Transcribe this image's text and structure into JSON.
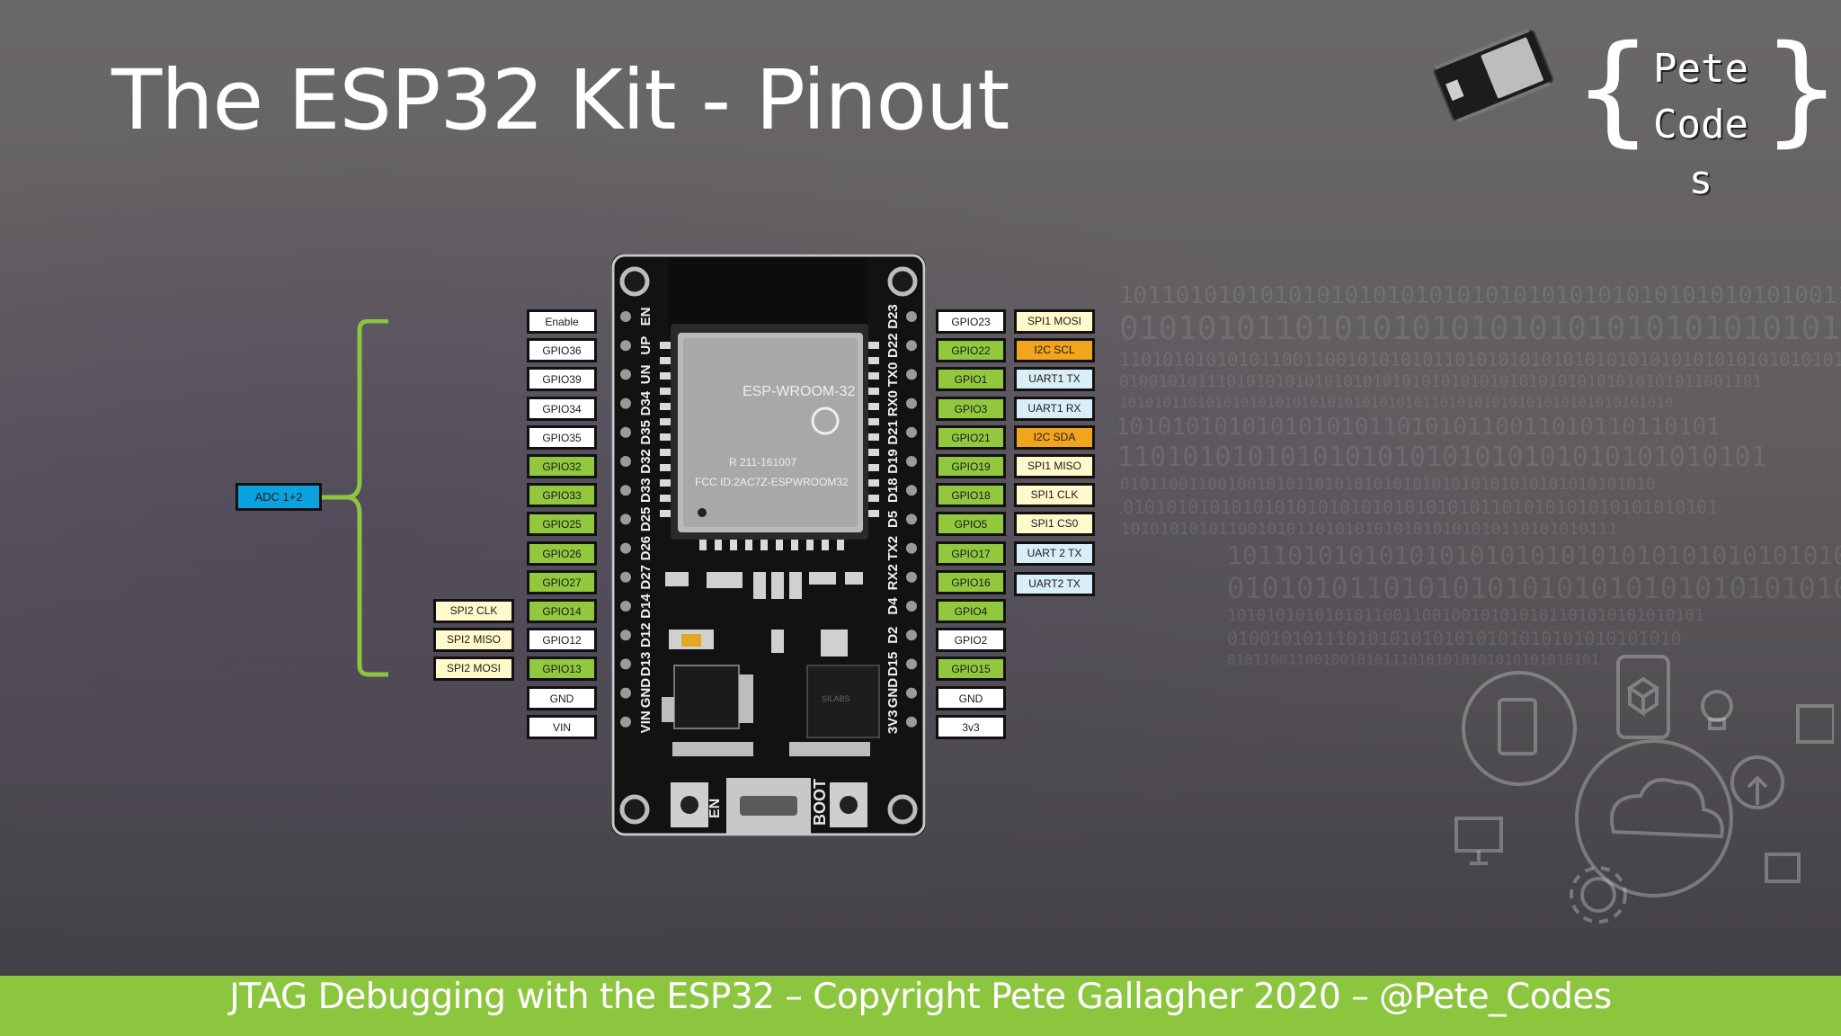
{
  "slide": {
    "title": "The ESP32 Kit - Pinout",
    "footer": "JTAG Debugging with the ESP32 – Copyright Pete Gallagher 2020 – @Pete_Codes"
  },
  "logo": {
    "line1": "Pete",
    "line2": "Code",
    "line3": "s"
  },
  "board": {
    "module_name": "ESP-WROOM-32",
    "fcc_id": "FCC ID:2AC7Z-ESPWROOM32",
    "reg": "R 211-161007",
    "en_label": "EN",
    "boot_label": "BOOT",
    "left_silk": [
      "EN",
      "UP",
      "UN",
      "D34",
      "D35",
      "D32",
      "D33",
      "D25",
      "D26",
      "D27",
      "D14",
      "D12",
      "D13",
      "GND",
      "VIN"
    ],
    "right_silk": [
      "D23",
      "D22",
      "TX0",
      "RX0",
      "D21",
      "D19",
      "D18",
      "D5",
      "TX2",
      "RX2",
      "D4",
      "D2",
      "D15",
      "GND",
      "3V3"
    ]
  },
  "left_pins": [
    "Enable",
    "GPIO36",
    "GPIO39",
    "GPIO34",
    "GPIO35",
    "GPIO32",
    "GPIO33",
    "GPIO25",
    "GPIO26",
    "GPIO27",
    "GPIO14",
    "GPIO12",
    "GPIO13",
    "GND",
    "VIN"
  ],
  "left_functions": [
    "SPI2 CLK",
    "SPI2 MISO",
    "SPI2 MOSI"
  ],
  "adc_label": "ADC 1+2",
  "right_pins": [
    "GPIO23",
    "GPIO22",
    "GPIO1",
    "GPIO3",
    "GPIO21",
    "GPIO19",
    "GPIO18",
    "GPIO5",
    "GPIO17",
    "GPIO16",
    "GPIO4",
    "GPIO2",
    "GPIO15",
    "GND",
    "3v3"
  ],
  "right_functions": [
    "SPI1 MOSI",
    "I2C SCL",
    "UART1 TX",
    "UART1 RX",
    "I2C SDA",
    "SPI1 MISO",
    "SPI1 CLK",
    "SPI1 CS0",
    "UART 2 TX",
    "UART2 TX"
  ],
  "colors": {
    "gpio_green": "#92c83e",
    "footer_green": "#8cc63f",
    "spi_yellow": "#fff9cc",
    "i2c_orange": "#f2a51c",
    "uart_blue": "#d9eff8",
    "adc_blue": "#0aa3e0",
    "bracket_green": "#8cc63f"
  },
  "decor": {
    "binary_lines": [
      "10110101010101010101010101010101010101010101010100110101011010101101101010",
      "0101010110101010101010101010101010101010101010",
      "1101010101010110011001010101011010101010101010101010101010101010101010",
      "010010101110101010101010101010101010101010101010101010101011001101",
      "1010101101010101010101010101010101011010101010101010101010101010",
      "01010101010101010101101010110011010110110101",
      "",
      "01101010101010101010101010101010101010101",
      "10101100110010010101101010101010101010101010101010101010",
      "110101010101010101010101010101010101101010101010101010101",
      "10101010101011001010110101010101010101010110101010111",
      "",
      "1011010101010101010101010101010101010101010011011",
      "010101011010101010101010101010101010101",
      "1010101010101011001100100101010101101010101010101",
      "010010101110101010101010101010101010101010",
      "0101100110010010101110101010101010101010101"
    ]
  }
}
